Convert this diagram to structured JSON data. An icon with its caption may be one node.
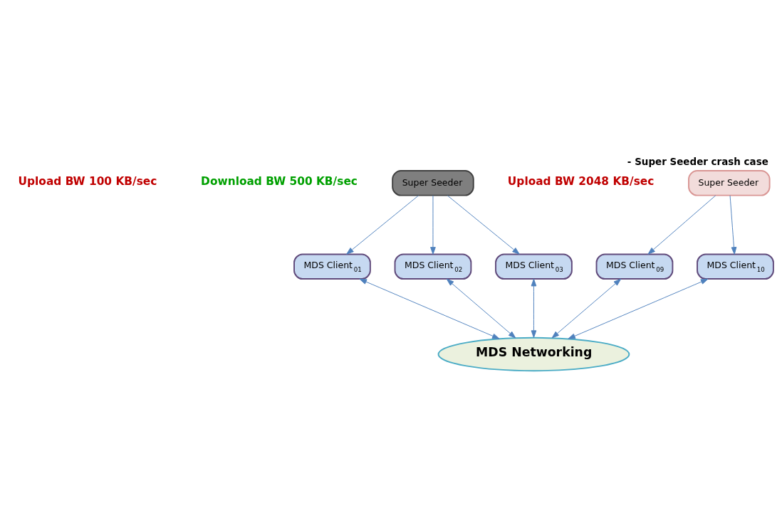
{
  "diagram": {
    "title": "- Super Seeder crash case",
    "nodes": [
      {
        "text": [
          "Super Seeder"
        ]
      },
      {
        "text": [
          "Super Seeder"
        ]
      },
      {
        "text": [
          "MDS Client$_{01}$"
        ]
      },
      {
        "text": [
          "MDS Client$_{02}$"
        ]
      },
      {
        "text": [
          "MDS Client$_{03}$"
        ]
      },
      {
        "text": [
          "MDS Client$_{09}$"
        ]
      },
      {
        "text": [
          "MDS Client$_{10}$"
        ]
      },
      {
        "text": [
          "MDS Networking"
        ]
      }
    ],
    "edges": [
      {
        "from": 0,
        "to": 2,
        "arrow": "to"
      },
      {
        "from": 0,
        "to": 3,
        "arrow": "to"
      },
      {
        "from": 0,
        "to": 4,
        "arrow": "to"
      },
      {
        "from": 1,
        "to": 5,
        "arrow": "to"
      },
      {
        "from": 1,
        "to": 6,
        "arrow": "to"
      },
      {
        "from": 2,
        "to": 7,
        "arrow": "both"
      },
      {
        "from": 3,
        "to": 7,
        "arrow": "both"
      },
      {
        "from": 4,
        "to": 7,
        "arrow": "both"
      },
      {
        "from": 5,
        "to": 7,
        "arrow": "both"
      },
      {
        "from": 6,
        "to": 7,
        "arrow": "both"
      }
    ],
    "labels": [
      "Upload BW 100 KB/sec",
      "Download BW 500 KB/sec",
      "Upload BW 2048 KB/sec"
    ]
  }
}
